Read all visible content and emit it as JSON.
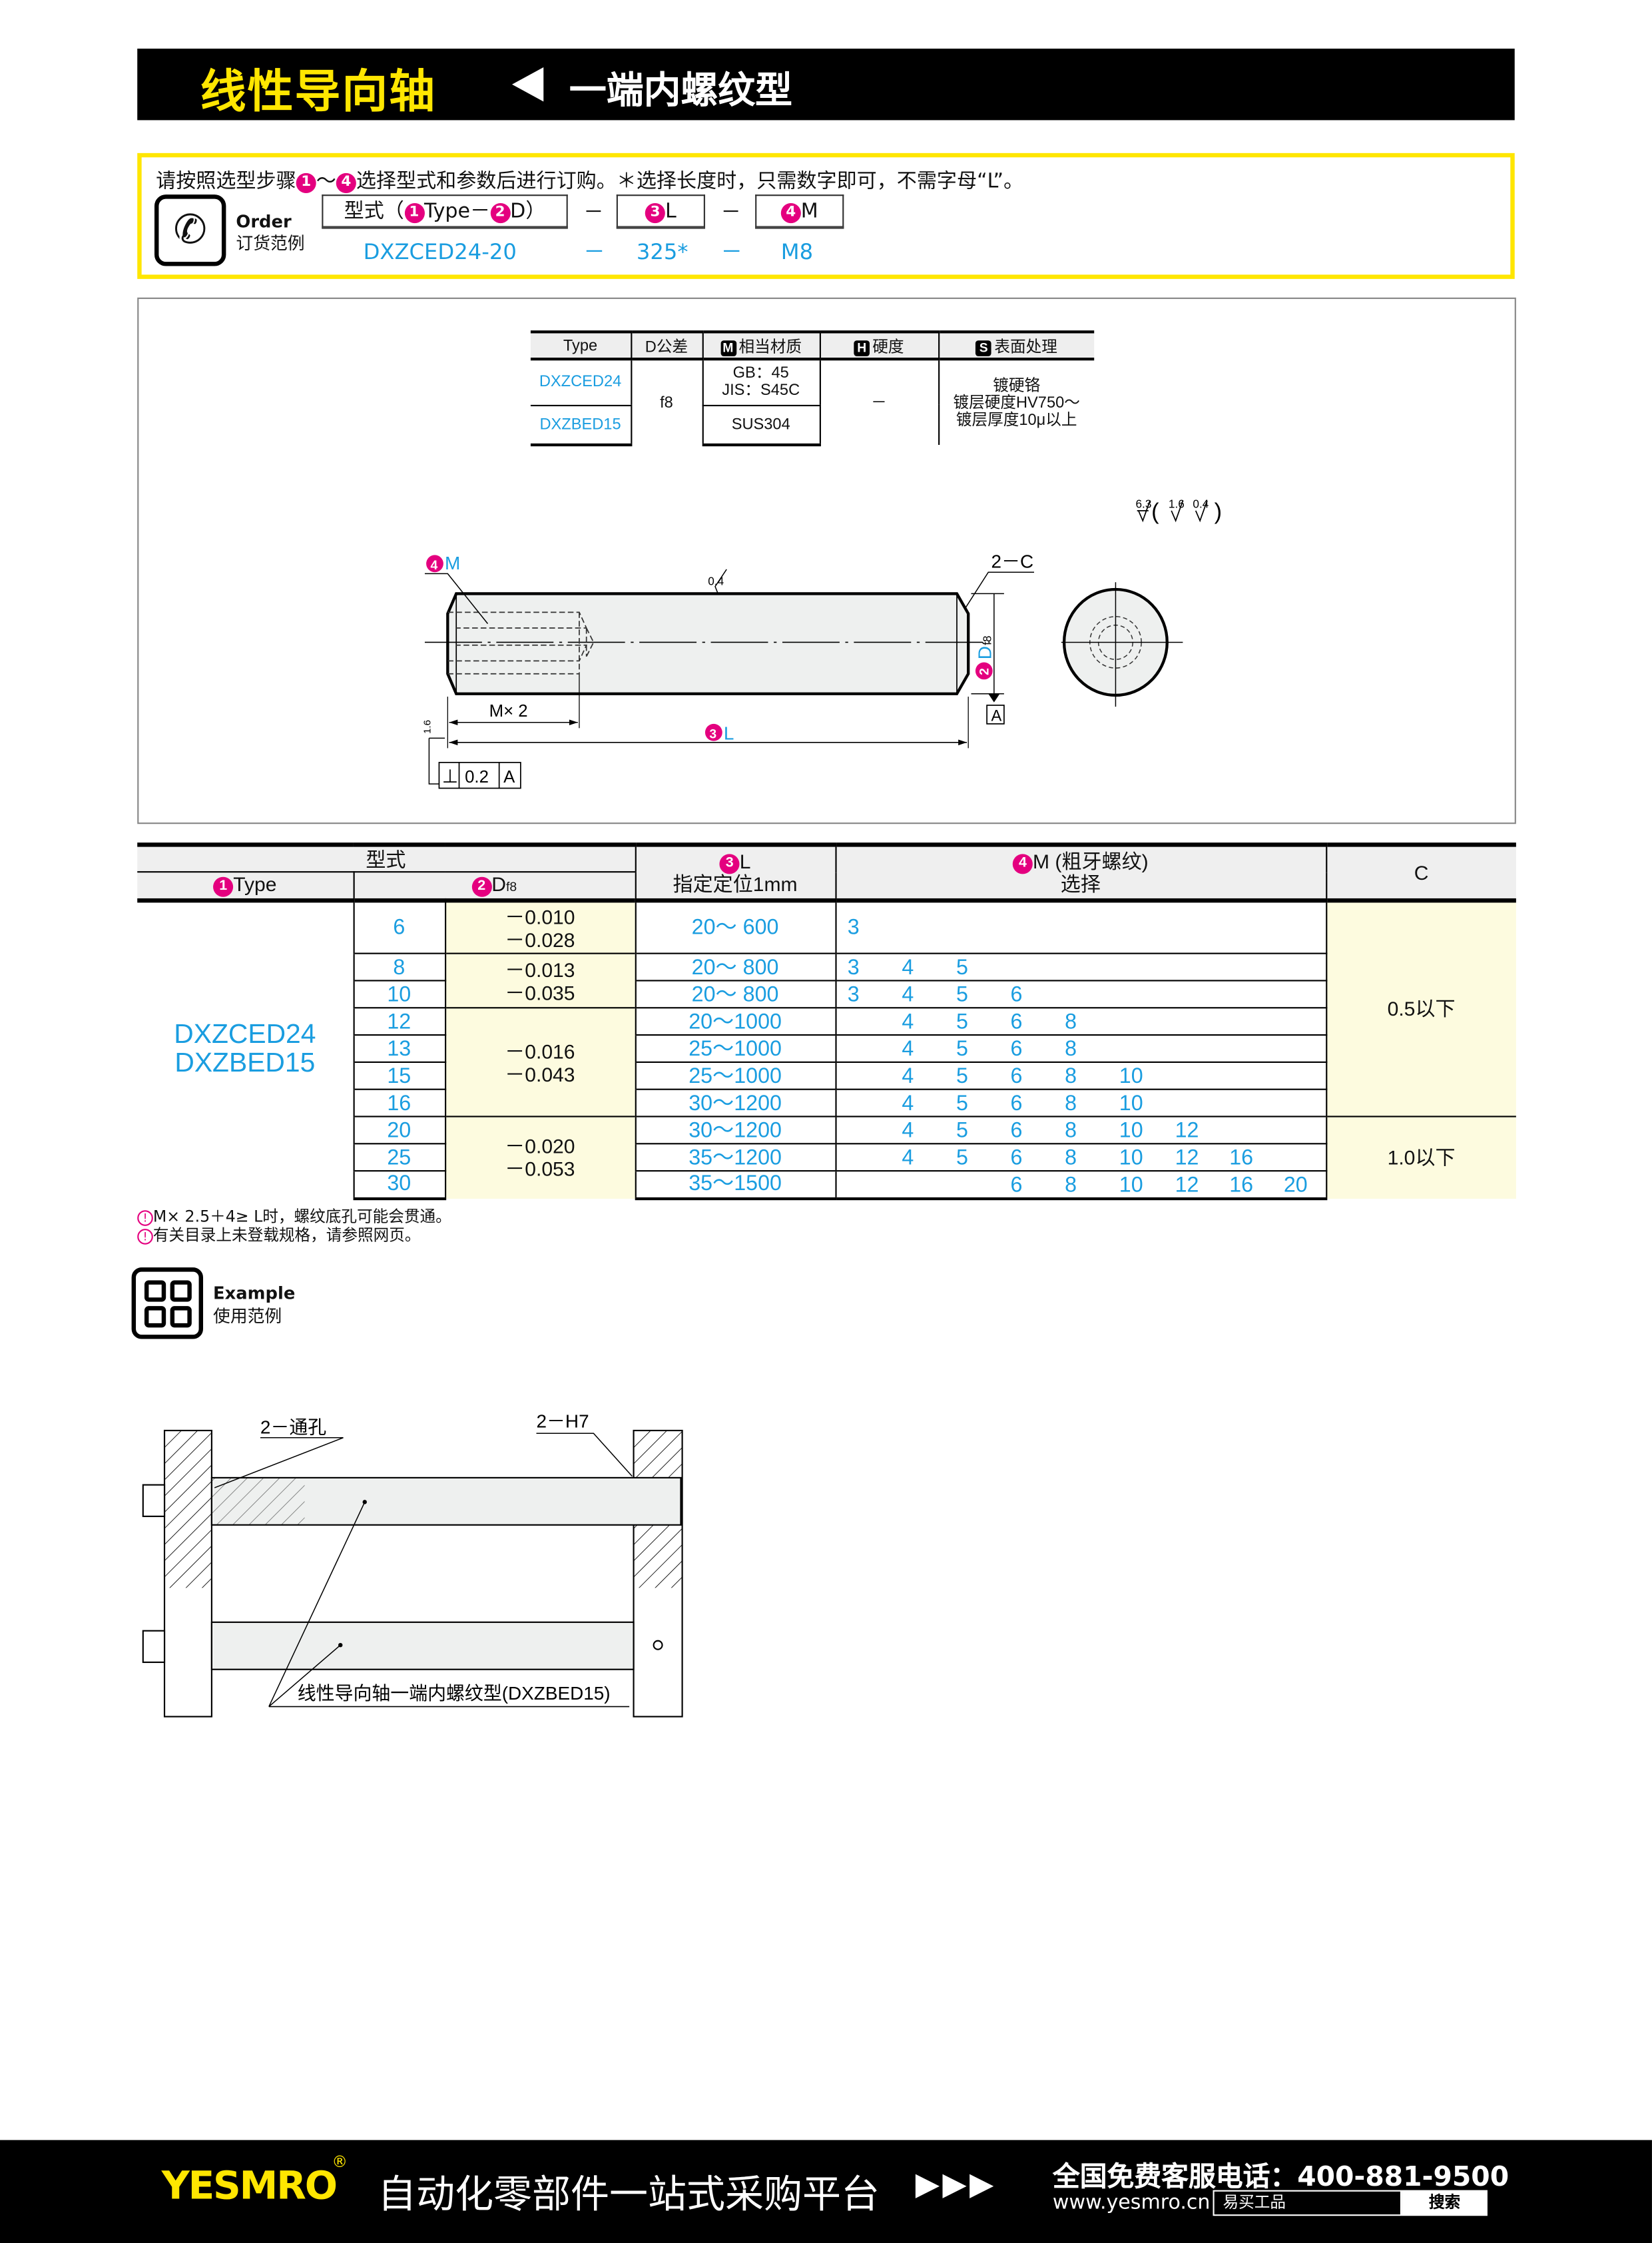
{
  "header": {
    "title": "线性导向轴",
    "subtitle": "一端内螺纹型"
  },
  "order": {
    "instruction_pre": "请按照选型步骤",
    "n1": "1",
    "tilde": "～",
    "n4": "4",
    "instruction_post": "选择型式和参数后进行订购。＊选择长度时，只需数字即可，不需字母“L”。",
    "label_en": "Order",
    "label_cn": "订货范例",
    "box_type": {
      "pre": "型式（",
      "n1": "1",
      "mid": "Type－",
      "n2": "2",
      "post": "D）"
    },
    "dash": "－",
    "box_l": {
      "n": "3",
      "label": "L"
    },
    "box_m": {
      "n": "4",
      "label": "M"
    },
    "example": {
      "type": "DXZCED24-20",
      "l": "325*",
      "m": "M8"
    }
  },
  "spec_table": {
    "headers": [
      "Type",
      "D公差",
      "相当材质",
      "硬度",
      "表面处理"
    ],
    "header_icons": [
      "M",
      "H",
      "S"
    ],
    "types": [
      "DXZCED24",
      "DXZBED15"
    ],
    "tolerance": "f8",
    "material_1": [
      "GB：45",
      "JIS：S45C"
    ],
    "material_2": "SUS304",
    "hardness": "－",
    "surface": [
      "镀硬铬",
      "镀层硬度HV750～",
      "镀层厚度10μ以上"
    ]
  },
  "drawing": {
    "roughness_main": "6.3",
    "roughness_others": [
      "1.6",
      "0.4"
    ],
    "m_label_num": "4",
    "m_label": "M",
    "surface_top": "0.4",
    "chamfer": "2－C",
    "d_num": "2",
    "d_label": "D",
    "d_sub": "f8",
    "datum": "A",
    "mx2": "M× 2",
    "l_num": "3",
    "l_label": "L",
    "r16": "1.6",
    "gtol": {
      "symbol": "⊥",
      "value": "0.2",
      "datum": "A"
    }
  },
  "main_table": {
    "h_type_group": "型式",
    "h_type_num": "1",
    "h_type": "Type",
    "h_d_num": "2",
    "h_d": "D",
    "h_d_sub": "f8",
    "h_l_num": "3",
    "h_l": "L",
    "h_l2": "指定定位1mm",
    "h_m_num": "4",
    "h_m": "M (粗牙螺纹)",
    "h_m2": "选择",
    "h_c": "C",
    "types": [
      "DXZCED24",
      "DXZBED15"
    ],
    "rows": [
      {
        "d": "6",
        "l": "20～ 600",
        "m": [
          "3",
          null,
          null,
          null,
          null,
          null,
          null,
          null,
          null
        ]
      },
      {
        "d": "8",
        "l": "20～ 800",
        "m": [
          "3",
          "4",
          "5",
          null,
          null,
          null,
          null,
          null,
          null
        ]
      },
      {
        "d": "10",
        "l": "20～ 800",
        "m": [
          "3",
          "4",
          "5",
          "6",
          null,
          null,
          null,
          null,
          null
        ]
      },
      {
        "d": "12",
        "l": "20～1000",
        "m": [
          null,
          "4",
          "5",
          "6",
          "8",
          null,
          null,
          null,
          null
        ]
      },
      {
        "d": "13",
        "l": "25～1000",
        "m": [
          null,
          "4",
          "5",
          "6",
          "8",
          null,
          null,
          null,
          null
        ]
      },
      {
        "d": "15",
        "l": "25～1000",
        "m": [
          null,
          "4",
          "5",
          "6",
          "8",
          "10",
          null,
          null,
          null
        ]
      },
      {
        "d": "16",
        "l": "30～1200",
        "m": [
          null,
          "4",
          "5",
          "6",
          "8",
          "10",
          null,
          null,
          null
        ]
      },
      {
        "d": "20",
        "l": "30～1200",
        "m": [
          null,
          "4",
          "5",
          "6",
          "8",
          "10",
          "12",
          null,
          null
        ]
      },
      {
        "d": "25",
        "l": "35～1200",
        "m": [
          null,
          "4",
          "5",
          "6",
          "8",
          "10",
          "12",
          "16",
          null
        ]
      },
      {
        "d": "30",
        "l": "35～1500",
        "m": [
          null,
          null,
          null,
          "6",
          "8",
          "10",
          "12",
          "16",
          "20"
        ]
      }
    ],
    "tolerances": [
      {
        "span": 1,
        "v": [
          "－0.010",
          "－0.028"
        ]
      },
      {
        "span": 2,
        "v": [
          "－0.013",
          "－0.035"
        ]
      },
      {
        "span": 4,
        "v": [
          "－0.016",
          "－0.043"
        ]
      },
      {
        "span": 3,
        "v": [
          "－0.020",
          "－0.053"
        ]
      }
    ],
    "c_values": [
      {
        "span": 7,
        "v": "0.5以下"
      },
      {
        "span": 3,
        "v": "1.0以下"
      }
    ]
  },
  "notes": {
    "icon": "!",
    "n1": "M× 2.5＋4≥ L时，螺纹底孔可能会贯通。",
    "n2": "有关目录上未登载规格，请参照网页。"
  },
  "example": {
    "label_en": "Example",
    "label_cn": "使用范例",
    "through": "2－通孔",
    "h7": "2－H7",
    "caption": "线性导向轴一端内螺纹型(DXZBED15)"
  },
  "footer": {
    "logo": "YESMRO",
    "reg": "®",
    "slogan": "自动化零部件一站式采购平台",
    "arrows": "▶▶▶",
    "tel": "全国免费客服电话：400-881-9500",
    "url": "www.yesmro.cn",
    "search_value": "易买工品",
    "search_btn": "搜索"
  },
  "colors": {
    "yellow": "#ffe600",
    "magenta": "#e4007f",
    "blue": "#1a9de0",
    "cream": "#fdfbdf"
  }
}
